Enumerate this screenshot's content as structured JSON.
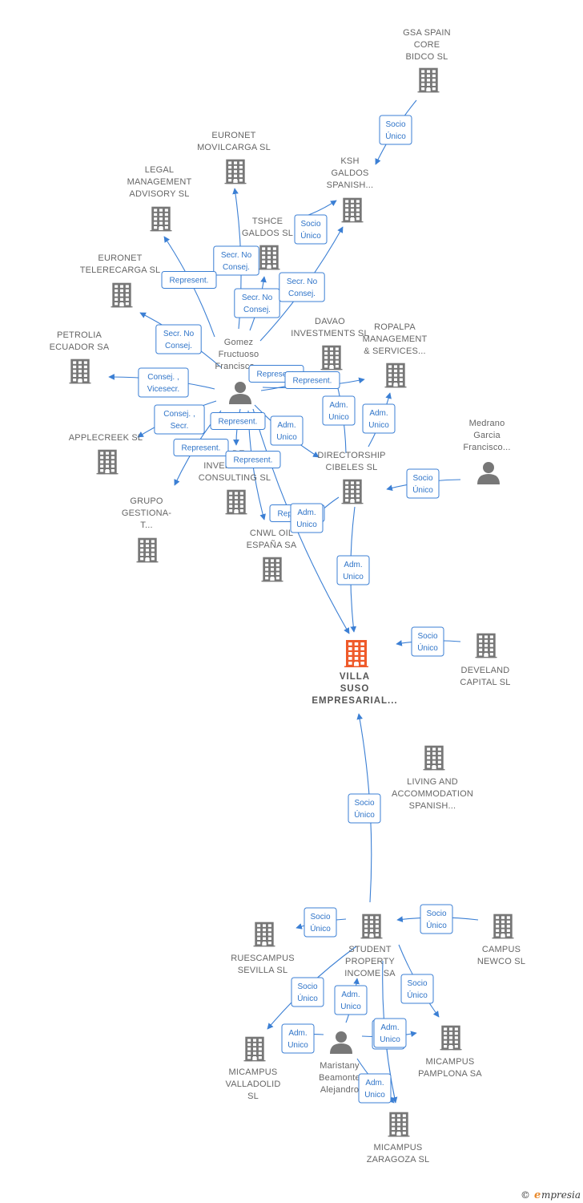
{
  "colors": {
    "edge": "#3b7fd4",
    "node": "#777777",
    "focus": "#ef5a2a",
    "label": "#666666"
  },
  "nodes": [
    {
      "id": "gsa",
      "kind": "company",
      "label": [
        "GSA SPAIN",
        "CORE",
        "BIDCO SL"
      ]
    },
    {
      "id": "ksh",
      "kind": "company",
      "label": [
        "KSH",
        "GALDOS",
        "SPANISH..."
      ]
    },
    {
      "id": "euronet_mov",
      "kind": "company",
      "label": [
        "EURONET",
        "MOVILCARGA SL"
      ]
    },
    {
      "id": "legal",
      "kind": "company",
      "label": [
        "LEGAL",
        "MANAGEMENT",
        "ADVISORY SL"
      ]
    },
    {
      "id": "tshce",
      "kind": "company",
      "label": [
        "TSHCE",
        "GALDOS SL"
      ]
    },
    {
      "id": "euronet_tel",
      "kind": "company",
      "label": [
        "EURONET",
        "TELERECARGA SL"
      ]
    },
    {
      "id": "petrolia",
      "kind": "company",
      "label": [
        "PETROLIA",
        "ECUADOR SA"
      ]
    },
    {
      "id": "davao",
      "kind": "company",
      "label": [
        "DAVAO",
        "INVESTMENTS SL"
      ]
    },
    {
      "id": "ropalpa",
      "kind": "company",
      "label": [
        "ROPALPA",
        "MANAGEMENT",
        "& SERVICES..."
      ]
    },
    {
      "id": "gomez",
      "kind": "person",
      "label": [
        "Gomez",
        "Fructuoso",
        "Francisco..."
      ]
    },
    {
      "id": "medrano",
      "kind": "person",
      "label": [
        "Medrano",
        "Garcia",
        "Francisco..."
      ]
    },
    {
      "id": "applecreek",
      "kind": "company",
      "label": [
        "APPLECREEK SL"
      ]
    },
    {
      "id": "directorship",
      "kind": "company",
      "label": [
        "DIRECTORSHIP",
        "CIBELES SL"
      ]
    },
    {
      "id": "inversiones",
      "kind": "company",
      "label": [
        "...DE",
        "INVERSIONES",
        "CONSULTING SL"
      ]
    },
    {
      "id": "grupo",
      "kind": "company",
      "label": [
        "GRUPO",
        "GESTIONA-",
        "T..."
      ]
    },
    {
      "id": "cnwl",
      "kind": "company",
      "label": [
        "CNWL OIL",
        "ESPAÑA SA"
      ]
    },
    {
      "id": "villa",
      "kind": "focus",
      "label": [
        "VILLA",
        "SUSO",
        "EMPRESARIAL..."
      ]
    },
    {
      "id": "develand",
      "kind": "company",
      "label": [
        "DEVELAND",
        "CAPITAL SL"
      ]
    },
    {
      "id": "living",
      "kind": "company",
      "label": [
        "LIVING AND",
        "ACCOMMODATION",
        "SPANISH..."
      ]
    },
    {
      "id": "student",
      "kind": "company",
      "label": [
        "STUDENT",
        "PROPERTY",
        "INCOME SA"
      ]
    },
    {
      "id": "ruescampus",
      "kind": "company",
      "label": [
        "RUESCAMPUS",
        "SEVILLA SL"
      ]
    },
    {
      "id": "campus_newco",
      "kind": "company",
      "label": [
        "CAMPUS",
        "NEWCO SL"
      ]
    },
    {
      "id": "mic_valladolid",
      "kind": "company",
      "label": [
        "MICAMPUS",
        "VALLADOLID",
        "SL"
      ]
    },
    {
      "id": "maristany",
      "kind": "person",
      "label": [
        "Maristany",
        "Beamonte",
        "Alejandro"
      ]
    },
    {
      "id": "mic_pamplona",
      "kind": "company",
      "label": [
        "MICAMPUS",
        "PAMPLONA SA"
      ]
    },
    {
      "id": "mic_zaragoza",
      "kind": "company",
      "label": [
        "MICAMPUS",
        "ZARAGOZA SL"
      ]
    }
  ],
  "edges": [
    {
      "from": "gsa",
      "to": "ksh",
      "label": [
        "Socio",
        "Único"
      ]
    },
    {
      "from": "gomez",
      "to": "euronet_mov",
      "label": [
        "Secr. No",
        "Consej."
      ]
    },
    {
      "from": "gomez",
      "to": "legal",
      "label": [
        "Represent."
      ]
    },
    {
      "from": "gomez",
      "to": "tshce",
      "label": [
        "Secr. No",
        "Consej."
      ]
    },
    {
      "from": "gomez",
      "to": "ksh",
      "label": [
        "Secr. No",
        "Consej."
      ]
    },
    {
      "from": "gomez",
      "to": "euronet_tel",
      "label": [
        "Secr. No",
        "Consej."
      ]
    },
    {
      "from": "gomez",
      "to": "petrolia",
      "label": [
        "Consej. ,",
        "Vicesecr."
      ]
    },
    {
      "from": "gomez",
      "to": "davao",
      "label": [
        "Represent."
      ]
    },
    {
      "from": "gomez",
      "to": "ropalpa",
      "label": [
        "Represent."
      ]
    },
    {
      "from": "gomez",
      "to": "applecreek",
      "label": [
        "Consej. ,",
        "Secr."
      ]
    },
    {
      "from": "gomez",
      "to": "directorship",
      "label": [
        "Adm.",
        "Unico"
      ]
    },
    {
      "from": "gomez",
      "to": "inversiones",
      "label": [
        "Represent."
      ]
    },
    {
      "from": "gomez",
      "to": "grupo",
      "label": [
        "Represent."
      ]
    },
    {
      "from": "gomez",
      "to": "cnwl",
      "label": [
        "Represent."
      ]
    },
    {
      "from": "gomez",
      "to": "villa",
      "label": [
        "Represent."
      ]
    },
    {
      "from": "tshce",
      "to": "ksh",
      "label": [
        "Socio",
        "Único"
      ]
    },
    {
      "from": "directorship",
      "to": "davao",
      "label": [
        "Adm.",
        "Unico"
      ]
    },
    {
      "from": "directorship",
      "to": "ropalpa",
      "label": [
        "Adm.",
        "Unico"
      ]
    },
    {
      "from": "directorship",
      "to": "cnwl",
      "label": [
        "Adm.",
        "Unico"
      ]
    },
    {
      "from": "directorship",
      "to": "villa",
      "label": [
        "Adm.",
        "Unico"
      ]
    },
    {
      "from": "medrano",
      "to": "directorship",
      "label": [
        "Socio",
        "Único"
      ]
    },
    {
      "from": "develand",
      "to": "villa",
      "label": [
        "Socio",
        "Único"
      ]
    },
    {
      "from": "student",
      "to": "villa",
      "label": [
        "Socio",
        "Único"
      ]
    },
    {
      "from": "student",
      "to": "ruescampus",
      "label": [
        "Socio",
        "Único"
      ]
    },
    {
      "from": "campus_newco",
      "to": "student",
      "label": [
        "Socio",
        "Único"
      ]
    },
    {
      "from": "student",
      "to": "mic_pamplona",
      "label": [
        "Socio",
        "Único"
      ]
    },
    {
      "from": "student",
      "to": "mic_zaragoza",
      "label": [
        "Socio",
        "Único"
      ]
    },
    {
      "from": "student",
      "to": "mic_valladolid",
      "label": [
        "Socio",
        "Único"
      ]
    },
    {
      "from": "maristany",
      "to": "mic_valladolid",
      "label": [
        "Adm.",
        "Unico"
      ]
    },
    {
      "from": "maristany",
      "to": "student",
      "label": [
        "Adm.",
        "Unico"
      ]
    },
    {
      "from": "maristany",
      "to": "mic_pamplona",
      "label": [
        "Adm.",
        "Unico"
      ]
    },
    {
      "from": "maristany",
      "to": "mic_zaragoza",
      "label": [
        "Adm.",
        "Unico"
      ]
    }
  ],
  "footer": {
    "copyright": "©",
    "brand": "mpresia",
    "brand_initial": "e"
  }
}
